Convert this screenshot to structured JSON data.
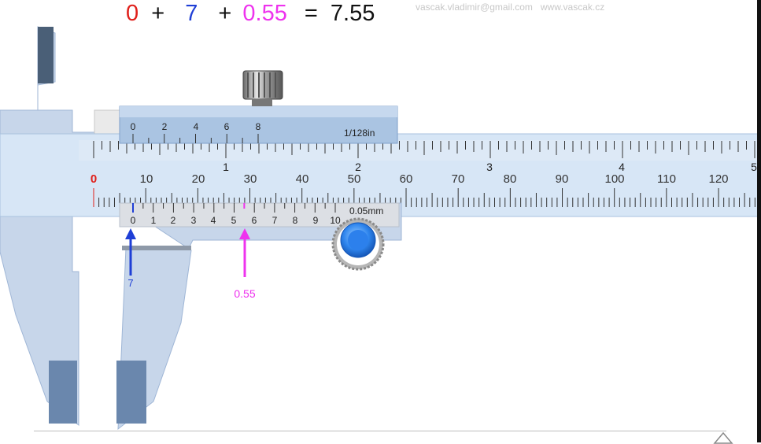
{
  "formula": {
    "term1": "0",
    "plus1": "+",
    "term2": "7",
    "plus2": "+",
    "term3": "0.55",
    "equals": "=",
    "result": "7.55",
    "colors": {
      "term1": "#e0201b",
      "term2": "#1f3fd6",
      "term3": "#ee33ee",
      "text": "#111111"
    }
  },
  "credit": {
    "email": "vascak.vladimir@gmail.com",
    "website": "www.vascak.cz"
  },
  "main_scale": {
    "unit": "mm",
    "mm_labels": [
      "0",
      "10",
      "20",
      "30",
      "40",
      "50",
      "60",
      "70",
      "80",
      "90",
      "100",
      "110",
      "120"
    ],
    "inch_labels": [
      "1",
      "2",
      "3",
      "4",
      "5"
    ],
    "zero_color": "#e0201b"
  },
  "vernier_metric": {
    "labels": [
      "0",
      "1",
      "2",
      "3",
      "4",
      "5",
      "6",
      "7",
      "8",
      "9",
      "10"
    ],
    "resolution": "0.05mm"
  },
  "vernier_inch": {
    "labels": [
      "0",
      "2",
      "4",
      "6",
      "8"
    ],
    "resolution": "1/128in"
  },
  "indicators": {
    "integer_mm": "7",
    "fraction_mm": "0.55",
    "integer_color": "#1f3fd6",
    "fraction_color": "#ee33ee"
  },
  "reading_mm": 7.55
}
